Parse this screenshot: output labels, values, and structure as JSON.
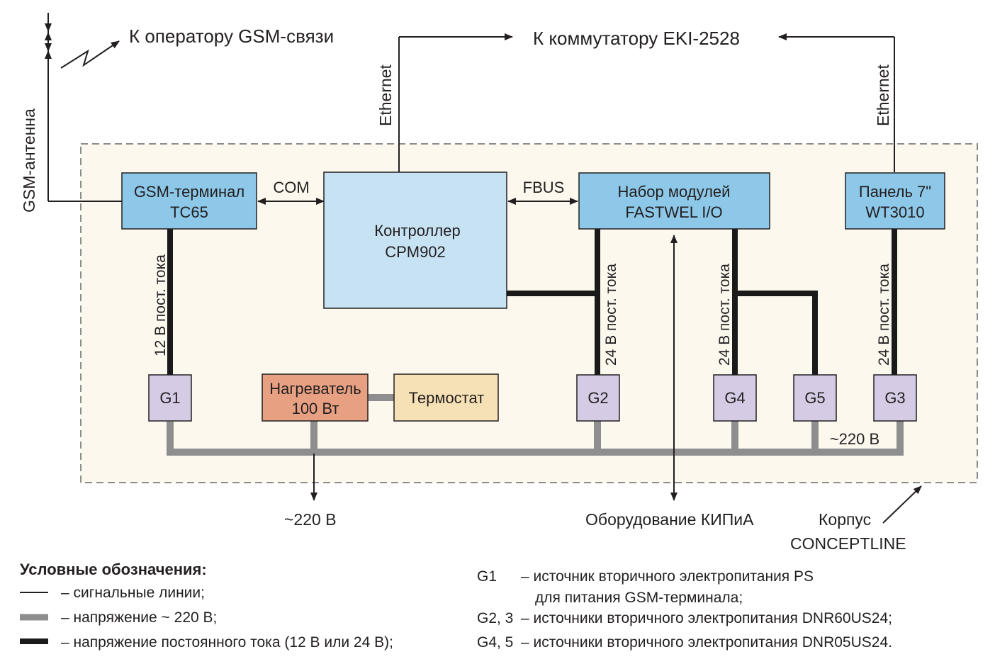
{
  "targets": {
    "gsm_operator": "К оператору GSM-связи",
    "switch": "К коммутатору EKI-2528"
  },
  "link_labels": {
    "ethernet_left": "Ethernet",
    "ethernet_right": "Ethernet",
    "gsm_antenna": "GSM-антенна",
    "com": "COM",
    "fbus": "FBUS",
    "v12_g1": "12 В пост. тока",
    "v24_g2": "24 В пост. тока",
    "v24_g4": "24 В пост. тока",
    "v24_g3": "24 В пост. тока",
    "ac_220_bus": "~220 В"
  },
  "blocks": {
    "gsm_terminal": {
      "line1": "GSM-терминал",
      "line2": "TC65"
    },
    "controller": {
      "line1": "Контроллер",
      "line2": "CPM902"
    },
    "io_modules": {
      "line1": "Набор модулей",
      "line2": "FASTWEL I/O"
    },
    "panel": {
      "line1": "Панель 7\"",
      "line2": "WT3010"
    },
    "heater": {
      "line1": "Нагреватель",
      "line2": "100 Вт"
    },
    "thermostat": {
      "line1": "Термостат"
    },
    "g1": "G1",
    "g2": "G2",
    "g4": "G4",
    "g5": "G5",
    "g3": "G3"
  },
  "bottom_labels": {
    "mains": "~220 В",
    "kipia": "Оборудование КИПиА",
    "case_line1": "Корпус",
    "case_line2": "CONCEPTLINE"
  },
  "legend": {
    "title": "Условные обозначения:",
    "signal": "– сигнальные линии;",
    "ac": "– напряжение ~ 220 В;",
    "dc": "– напряжение постоянного тока (12 В или 24 В);"
  },
  "notes": {
    "g1_code": "G1",
    "g1_text1": "– источник вторичного электропитания PS",
    "g1_text2": "для питания GSM-терминала;",
    "g23_code": "G2, 3",
    "g23_text": "– источники вторичного электропитания DNR60US24;",
    "g45_code": "G4, 5",
    "g45_text": "– источники вторичного электропитания DNR05US24."
  },
  "colors": {
    "enclosure_fill": "#fcf8ee",
    "enclosure_border": "#8c8c8c",
    "blue_block": "#8dc8e8",
    "controller_block": "#c6e2f3",
    "power_block": "#d5cbe4",
    "heater_block": "#e8a083",
    "thermostat_block": "#f6e0b5",
    "ac_line": "#8e8e8e",
    "dc_line": "#1a1a1a",
    "signal_line": "#231f20"
  }
}
